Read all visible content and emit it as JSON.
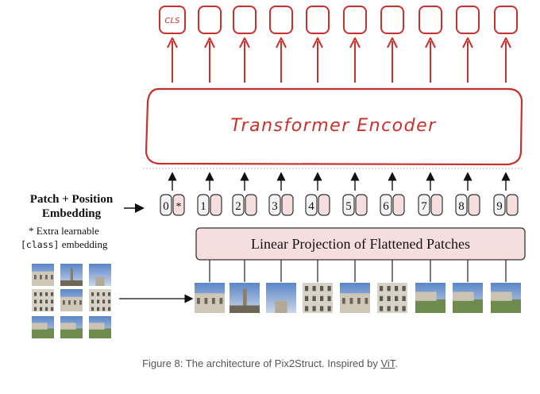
{
  "diagram": {
    "encoder_label": "Transformer Encoder",
    "cls_label": "CLS",
    "projection_label": "Linear Projection of Flattened Patches",
    "patch_position_label_line1": "Patch + Position",
    "patch_position_label_line2": "Embedding",
    "extra_note_line1": "* Extra learnable",
    "extra_note_code": "[class]",
    "extra_note_rest": " embedding",
    "position_indices": [
      "0",
      "1",
      "2",
      "3",
      "4",
      "5",
      "6",
      "7",
      "8",
      "9"
    ],
    "class_token_symbol": "*",
    "colors": {
      "sketch_red": "#c9302c",
      "embedding_fill": "#f7dede",
      "embedding_stroke": "#333333"
    }
  },
  "caption": {
    "prefix": "Figure 8: The architecture of Pix2Struct. Inspired by ",
    "link_text": "ViT",
    "suffix": "."
  }
}
